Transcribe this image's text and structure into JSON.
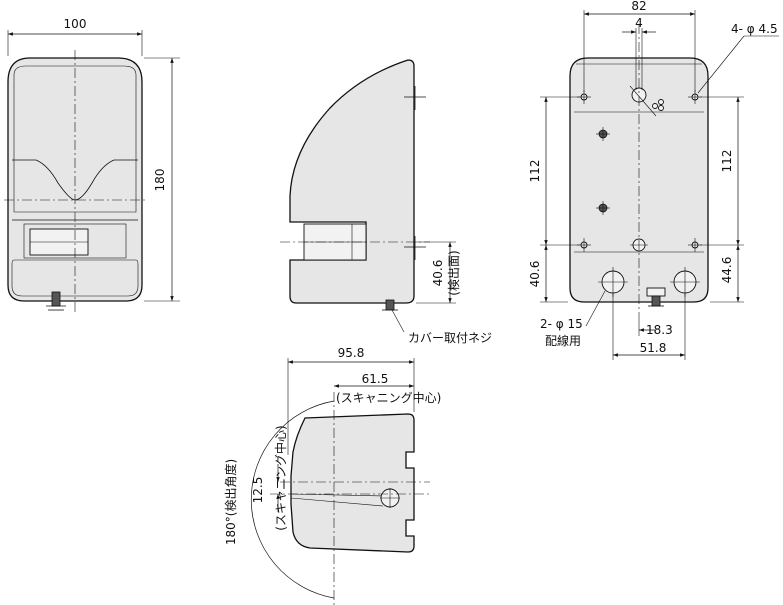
{
  "drawing": {
    "front_view": {
      "dim_width": "100",
      "dim_height": "180"
    },
    "side_view": {
      "dim_detect_face": "40.6",
      "detect_face_label": "(検出面)",
      "cover_screw_label": "カバー取付ネジ"
    },
    "rear_view": {
      "dim_width": "82",
      "dim_slot": "4",
      "mount_hole_label": "4- φ 4.5",
      "dim_left_height": "112",
      "dim_left_bottom": "40.6",
      "dim_right_height": "112",
      "dim_right_bottom": "44.6",
      "wiring_hole_label": "2- φ 15",
      "wiring_label": "配線用",
      "dim_offset": "18.3",
      "dim_spacing": "51.8"
    },
    "top_view": {
      "dim_total": "95.8",
      "dim_scan_center": "61.5",
      "scan_center_label": "(スキャニング中心)",
      "dim_scan_offset": "12.5",
      "scan_center_label_vertical": "(スキャニング中心)",
      "detect_angle_label": "180°(検出角度)"
    }
  }
}
